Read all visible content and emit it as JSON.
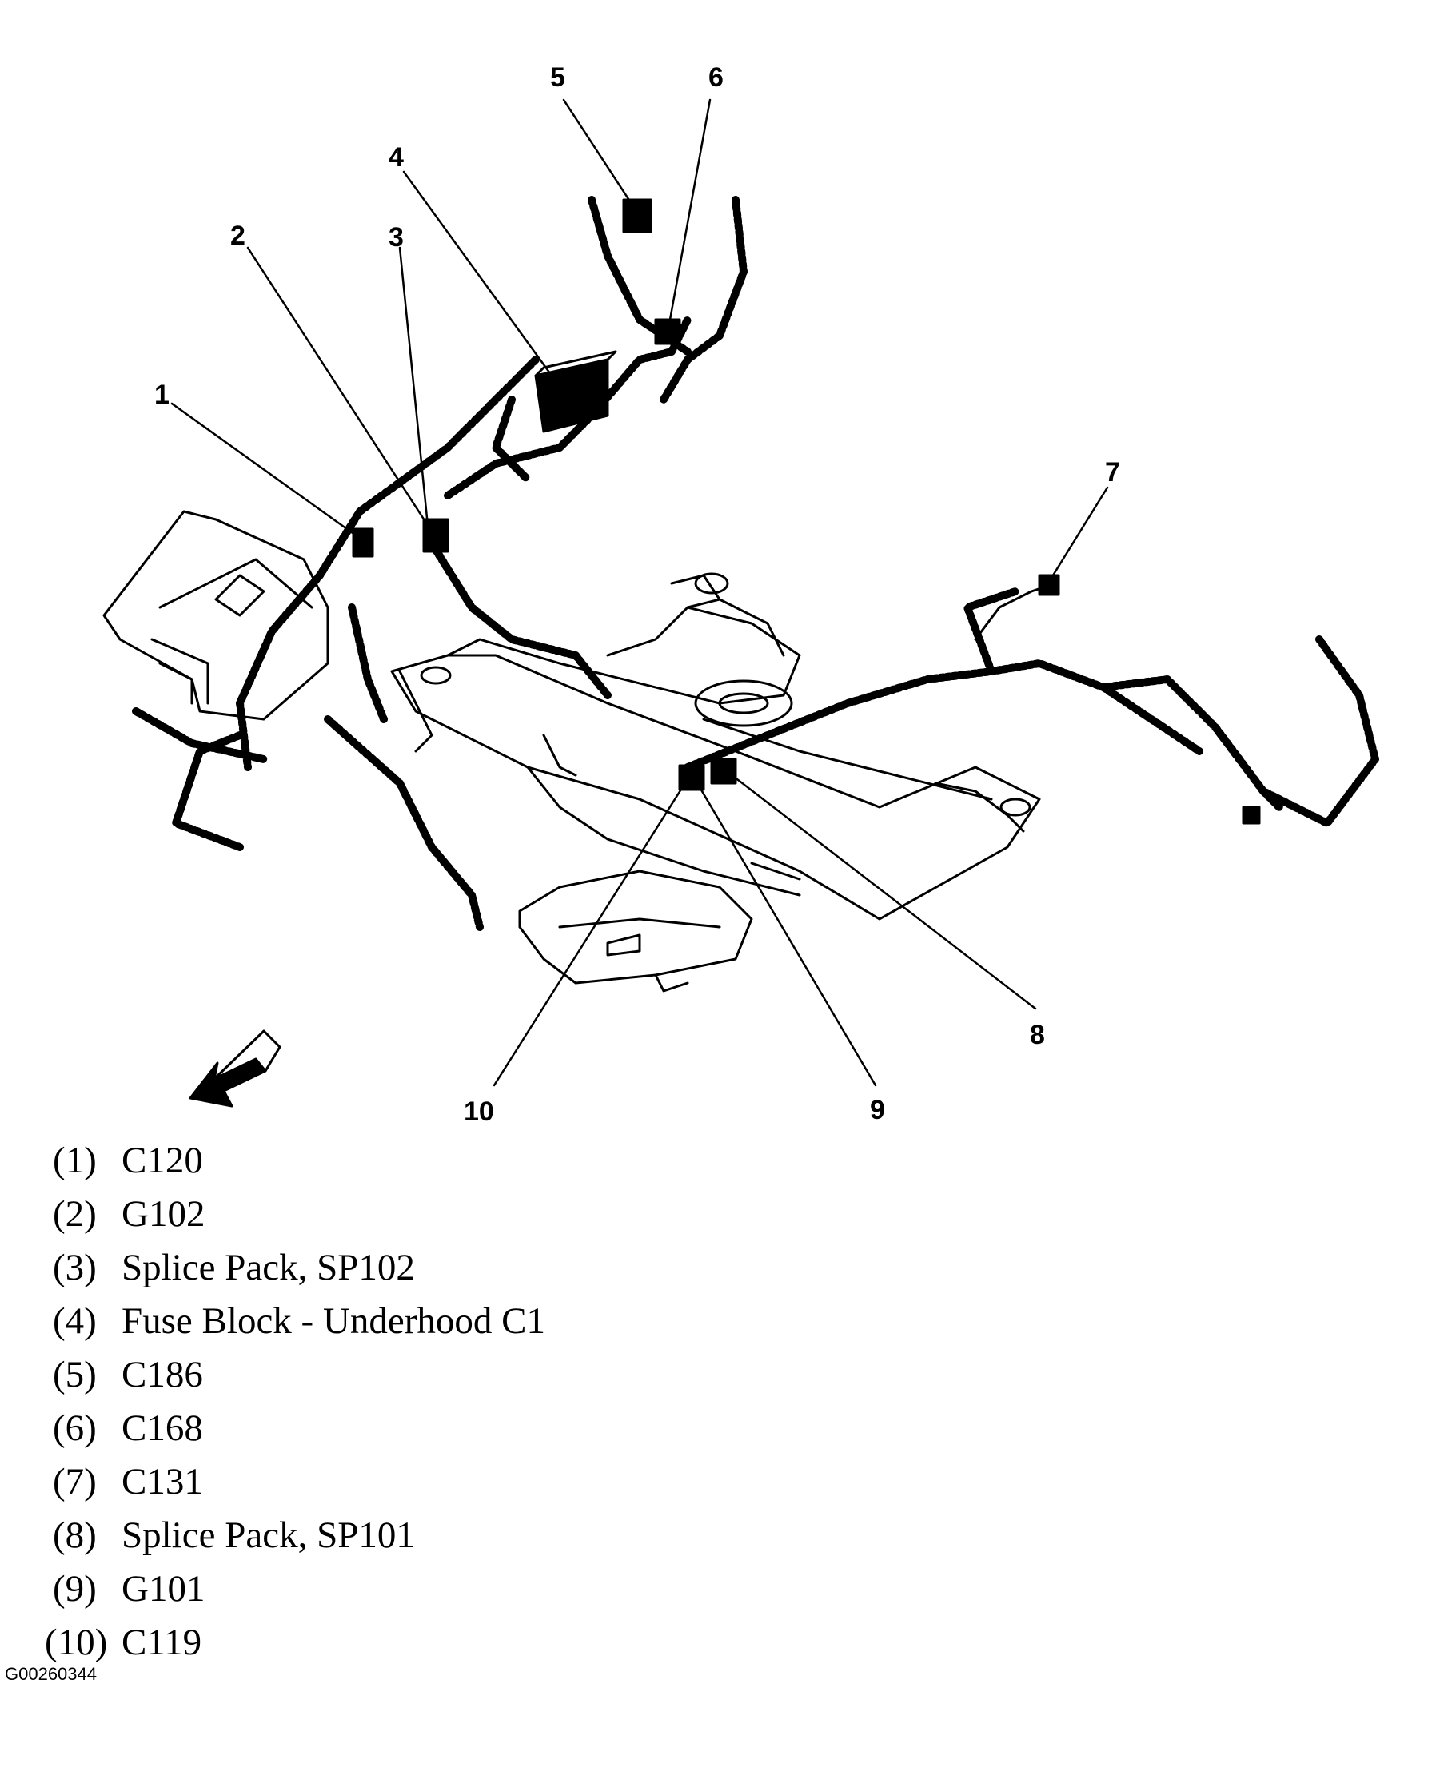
{
  "diagram": {
    "callouts": [
      "1",
      "2",
      "3",
      "4",
      "5",
      "6",
      "7",
      "8",
      "9",
      "10"
    ]
  },
  "legend": [
    {
      "num": "(1)",
      "label": "C120"
    },
    {
      "num": "(2)",
      "label": "G102"
    },
    {
      "num": "(3)",
      "label": "Splice Pack, SP102"
    },
    {
      "num": "(4)",
      "label": "Fuse Block - Underhood C1"
    },
    {
      "num": "(5)",
      "label": "C186"
    },
    {
      "num": "(6)",
      "label": "C168"
    },
    {
      "num": "(7)",
      "label": "C131"
    },
    {
      "num": "(8)",
      "label": "Splice Pack, SP101"
    },
    {
      "num": "(9)",
      "label": "G101"
    },
    {
      "num": "(10)",
      "label": "C119"
    }
  ],
  "figure_id": "G00260344",
  "colors": {
    "ink": "#000000",
    "background": "#ffffff"
  }
}
